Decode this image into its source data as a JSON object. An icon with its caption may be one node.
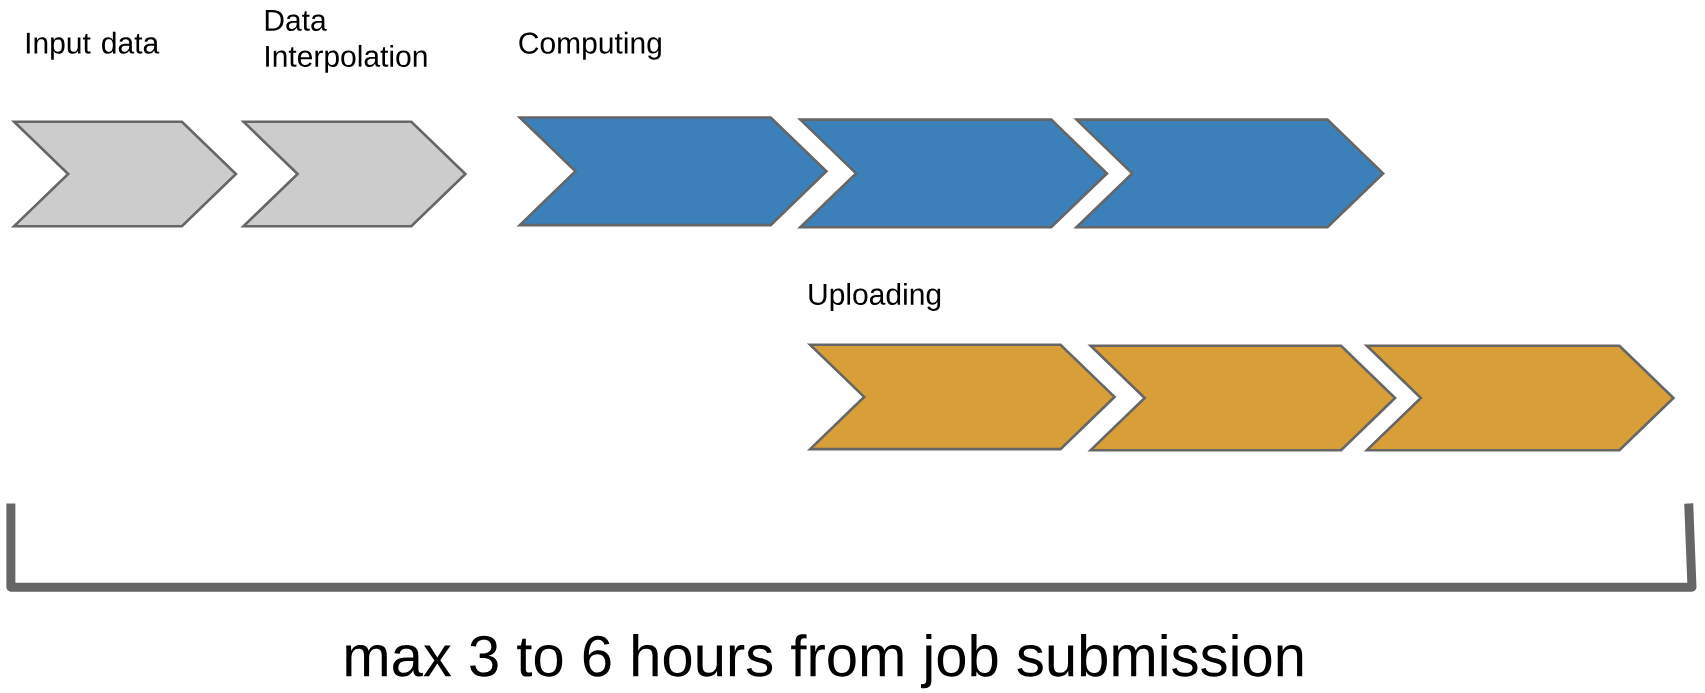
{
  "diagram": {
    "nodes": [
      {
        "text": [
          "Input data"
        ]
      },
      {
        "text": [
          "Data Interpolation"
        ]
      },
      {
        "text": [
          "Computing"
        ]
      },
      {
        "text": [],
        "shape": "chevron"
      },
      {
        "text": [],
        "shape": "chevron"
      },
      {
        "text": [
          "Uploading"
        ]
      },
      {
        "text": [],
        "shape": "chevron"
      },
      {
        "text": [],
        "shape": "chevron"
      }
    ],
    "edges": [],
    "labels": [
      "max 3 to 6 hours from job submission"
    ]
  }
}
